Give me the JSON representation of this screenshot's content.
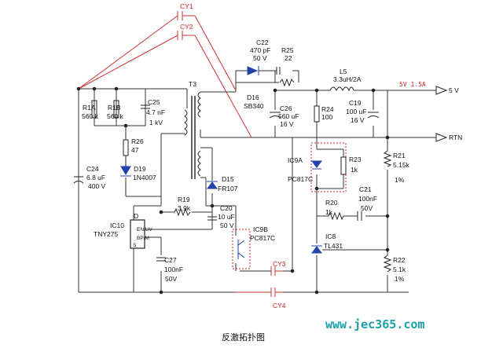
{
  "colors": {
    "wire": "#333333",
    "red_wire": "#cc3333",
    "dashed": "#cc2222",
    "watermark": "#1aa0a8"
  },
  "components": {
    "cy1": "CY1",
    "cy2": "CY2",
    "c22": [
      "C22",
      "470 pF",
      "50 V"
    ],
    "r25": [
      "R25",
      "22"
    ],
    "l5": [
      "L5",
      "3.3uH/2A"
    ],
    "out_rating": "5V 1.5A",
    "out_5v": "5 V",
    "rtn": "RTN",
    "t3": "T3",
    "d16": [
      "D16",
      "SB340"
    ],
    "c26": [
      "C26",
      "560 uF",
      "16 V"
    ],
    "r24": [
      "R24",
      "100"
    ],
    "c19": [
      "C19",
      "100 uF",
      "16 V"
    ],
    "r1a": [
      "R1A",
      "560 k"
    ],
    "r1b": [
      "R1B",
      "560 k"
    ],
    "c25": [
      "C25",
      "4.7 nF",
      "1 kV"
    ],
    "r26": [
      "R26",
      "47"
    ],
    "d19": [
      "D19",
      "1N4007"
    ],
    "c24": [
      "C24",
      "6.8 uF",
      "400 V"
    ],
    "ic9a": [
      "IC9A",
      "PC817C"
    ],
    "r23": [
      "R23",
      "1k"
    ],
    "r21": [
      "R21",
      "5.15k",
      "1%"
    ],
    "d15": [
      "D15",
      "FR107"
    ],
    "r19": [
      "R19",
      "3.9k"
    ],
    "c20": [
      "C20",
      "10 uF",
      "50 V"
    ],
    "c21": [
      "C21",
      "100nF",
      "50V"
    ],
    "r20": [
      "R20",
      "1k"
    ],
    "ic10": [
      "IC10",
      "TNY275"
    ],
    "pin_d": "D",
    "pin_en": "EN/UV",
    "pin_bp": "BP/M",
    "pin_s": "S",
    "ic9b": [
      "IC9B",
      "PC817C"
    ],
    "ic8": [
      "IC8",
      "TL431"
    ],
    "c27": [
      "C27",
      "100nF",
      "50V"
    ],
    "r22": [
      "R22",
      "5.1k",
      "1%"
    ],
    "cy3": "CY3",
    "cy4": "CY4"
  },
  "watermark": "www.jec365.com",
  "caption": "反激拓扑图"
}
